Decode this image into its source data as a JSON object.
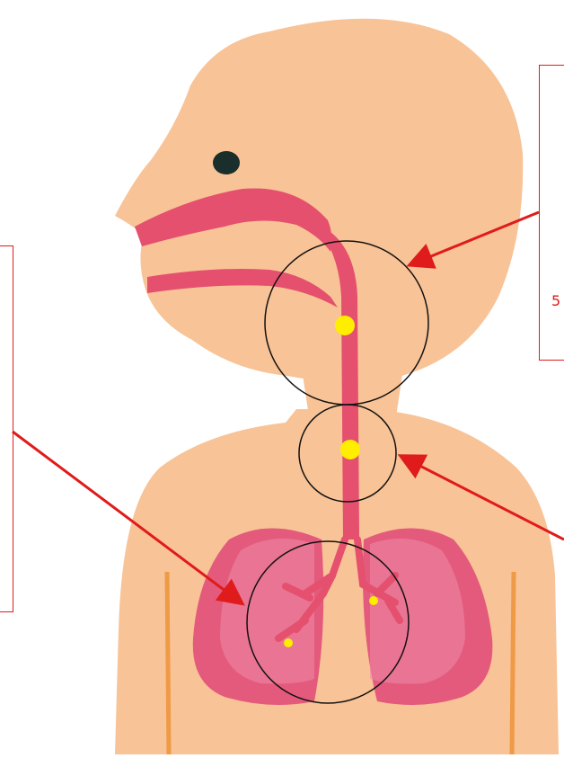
{
  "labels": {
    "right_fragment": "5"
  },
  "colors": {
    "skin": "#f8c396",
    "airway": "#e4506e",
    "lung_outer": "#e35a7c",
    "lung_inner": "#ef8aa7",
    "marker": "#ffee00",
    "arrow": "#e01b1b",
    "circle": "#111111",
    "eye": "#1a2e2b",
    "arm_line": "#ef9a46"
  },
  "annotations": {
    "circles": [
      "throat-circle",
      "trachea-circle",
      "bronchi-circle"
    ],
    "markers": [
      "throat-marker",
      "trachea-marker",
      "bronchus-marker-right",
      "bronchus-marker-left"
    ],
    "arrows": [
      "arrow-to-throat",
      "arrow-to-trachea",
      "arrow-to-bronchi"
    ]
  }
}
